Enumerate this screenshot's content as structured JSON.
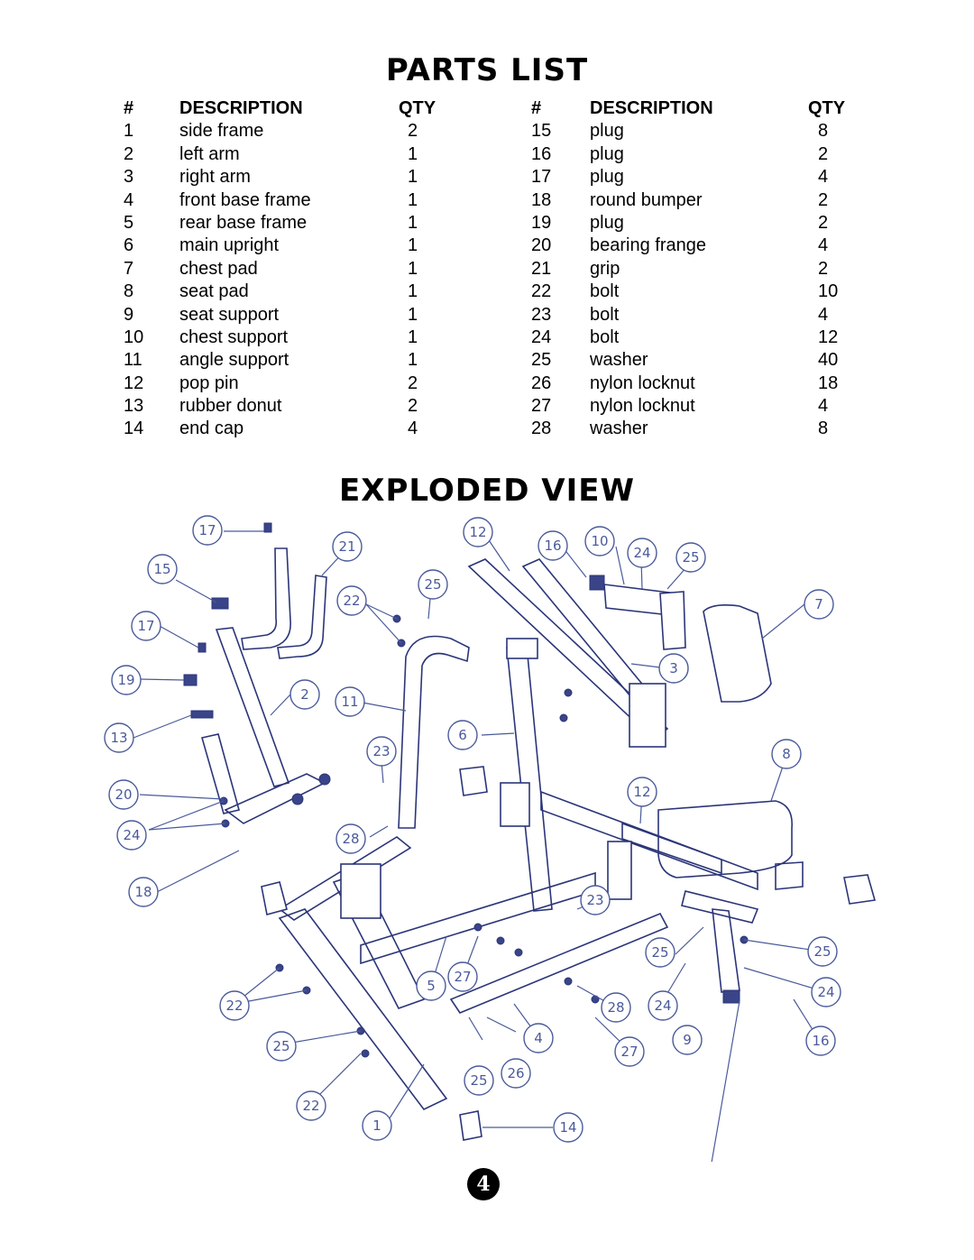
{
  "parts_list": {
    "title": "PARTS LIST",
    "headers": {
      "num": "#",
      "description": "DESCRIPTION",
      "qty": "QTY"
    },
    "left": [
      {
        "num": "1",
        "description": "side frame",
        "qty": "2"
      },
      {
        "num": "2",
        "description": "left arm",
        "qty": "1"
      },
      {
        "num": "3",
        "description": "right arm",
        "qty": "1"
      },
      {
        "num": "4",
        "description": "front base frame",
        "qty": "1"
      },
      {
        "num": "5",
        "description": "rear base frame",
        "qty": "1"
      },
      {
        "num": "6",
        "description": "main upright",
        "qty": "1"
      },
      {
        "num": "7",
        "description": "chest pad",
        "qty": "1"
      },
      {
        "num": "8",
        "description": "seat pad",
        "qty": "1"
      },
      {
        "num": "9",
        "description": "seat support",
        "qty": "1"
      },
      {
        "num": "10",
        "description": "chest support",
        "qty": "1"
      },
      {
        "num": "11",
        "description": "angle support",
        "qty": "1"
      },
      {
        "num": "12",
        "description": "pop pin",
        "qty": "2"
      },
      {
        "num": "13",
        "description": "rubber donut",
        "qty": "2"
      },
      {
        "num": "14",
        "description": "end cap",
        "qty": "4"
      }
    ],
    "right": [
      {
        "num": "15",
        "description": "plug",
        "qty": "8"
      },
      {
        "num": "16",
        "description": "plug",
        "qty": "2"
      },
      {
        "num": "17",
        "description": "plug",
        "qty": "4"
      },
      {
        "num": "18",
        "description": "round bumper",
        "qty": "2"
      },
      {
        "num": "19",
        "description": "plug",
        "qty": "2"
      },
      {
        "num": "20",
        "description": "bearing frange",
        "qty": "4"
      },
      {
        "num": "21",
        "description": "grip",
        "qty": "2"
      },
      {
        "num": "22",
        "description": "bolt",
        "qty": "10"
      },
      {
        "num": "23",
        "description": "bolt",
        "qty": "4"
      },
      {
        "num": "24",
        "description": "bolt",
        "qty": "12"
      },
      {
        "num": "25",
        "description": "washer",
        "qty": "40"
      },
      {
        "num": "26",
        "description": "nylon locknut",
        "qty": "18"
      },
      {
        "num": "27",
        "description": "nylon locknut",
        "qty": "4"
      },
      {
        "num": "28",
        "description": "washer",
        "qty": "8"
      }
    ]
  },
  "exploded_view": {
    "title": "EXPLODED VIEW",
    "callouts": [
      "17",
      "21",
      "12",
      "16",
      "10",
      "24",
      "25",
      "15",
      "22",
      "25",
      "7",
      "17",
      "3",
      "19",
      "2",
      "11",
      "6",
      "13",
      "23",
      "8",
      "20",
      "12",
      "24",
      "28",
      "18",
      "23",
      "25",
      "25",
      "5",
      "27",
      "22",
      "24",
      "28",
      "24",
      "25",
      "4",
      "27",
      "9",
      "16",
      "25",
      "26",
      "22",
      "1",
      "14"
    ]
  },
  "page_number": "4"
}
